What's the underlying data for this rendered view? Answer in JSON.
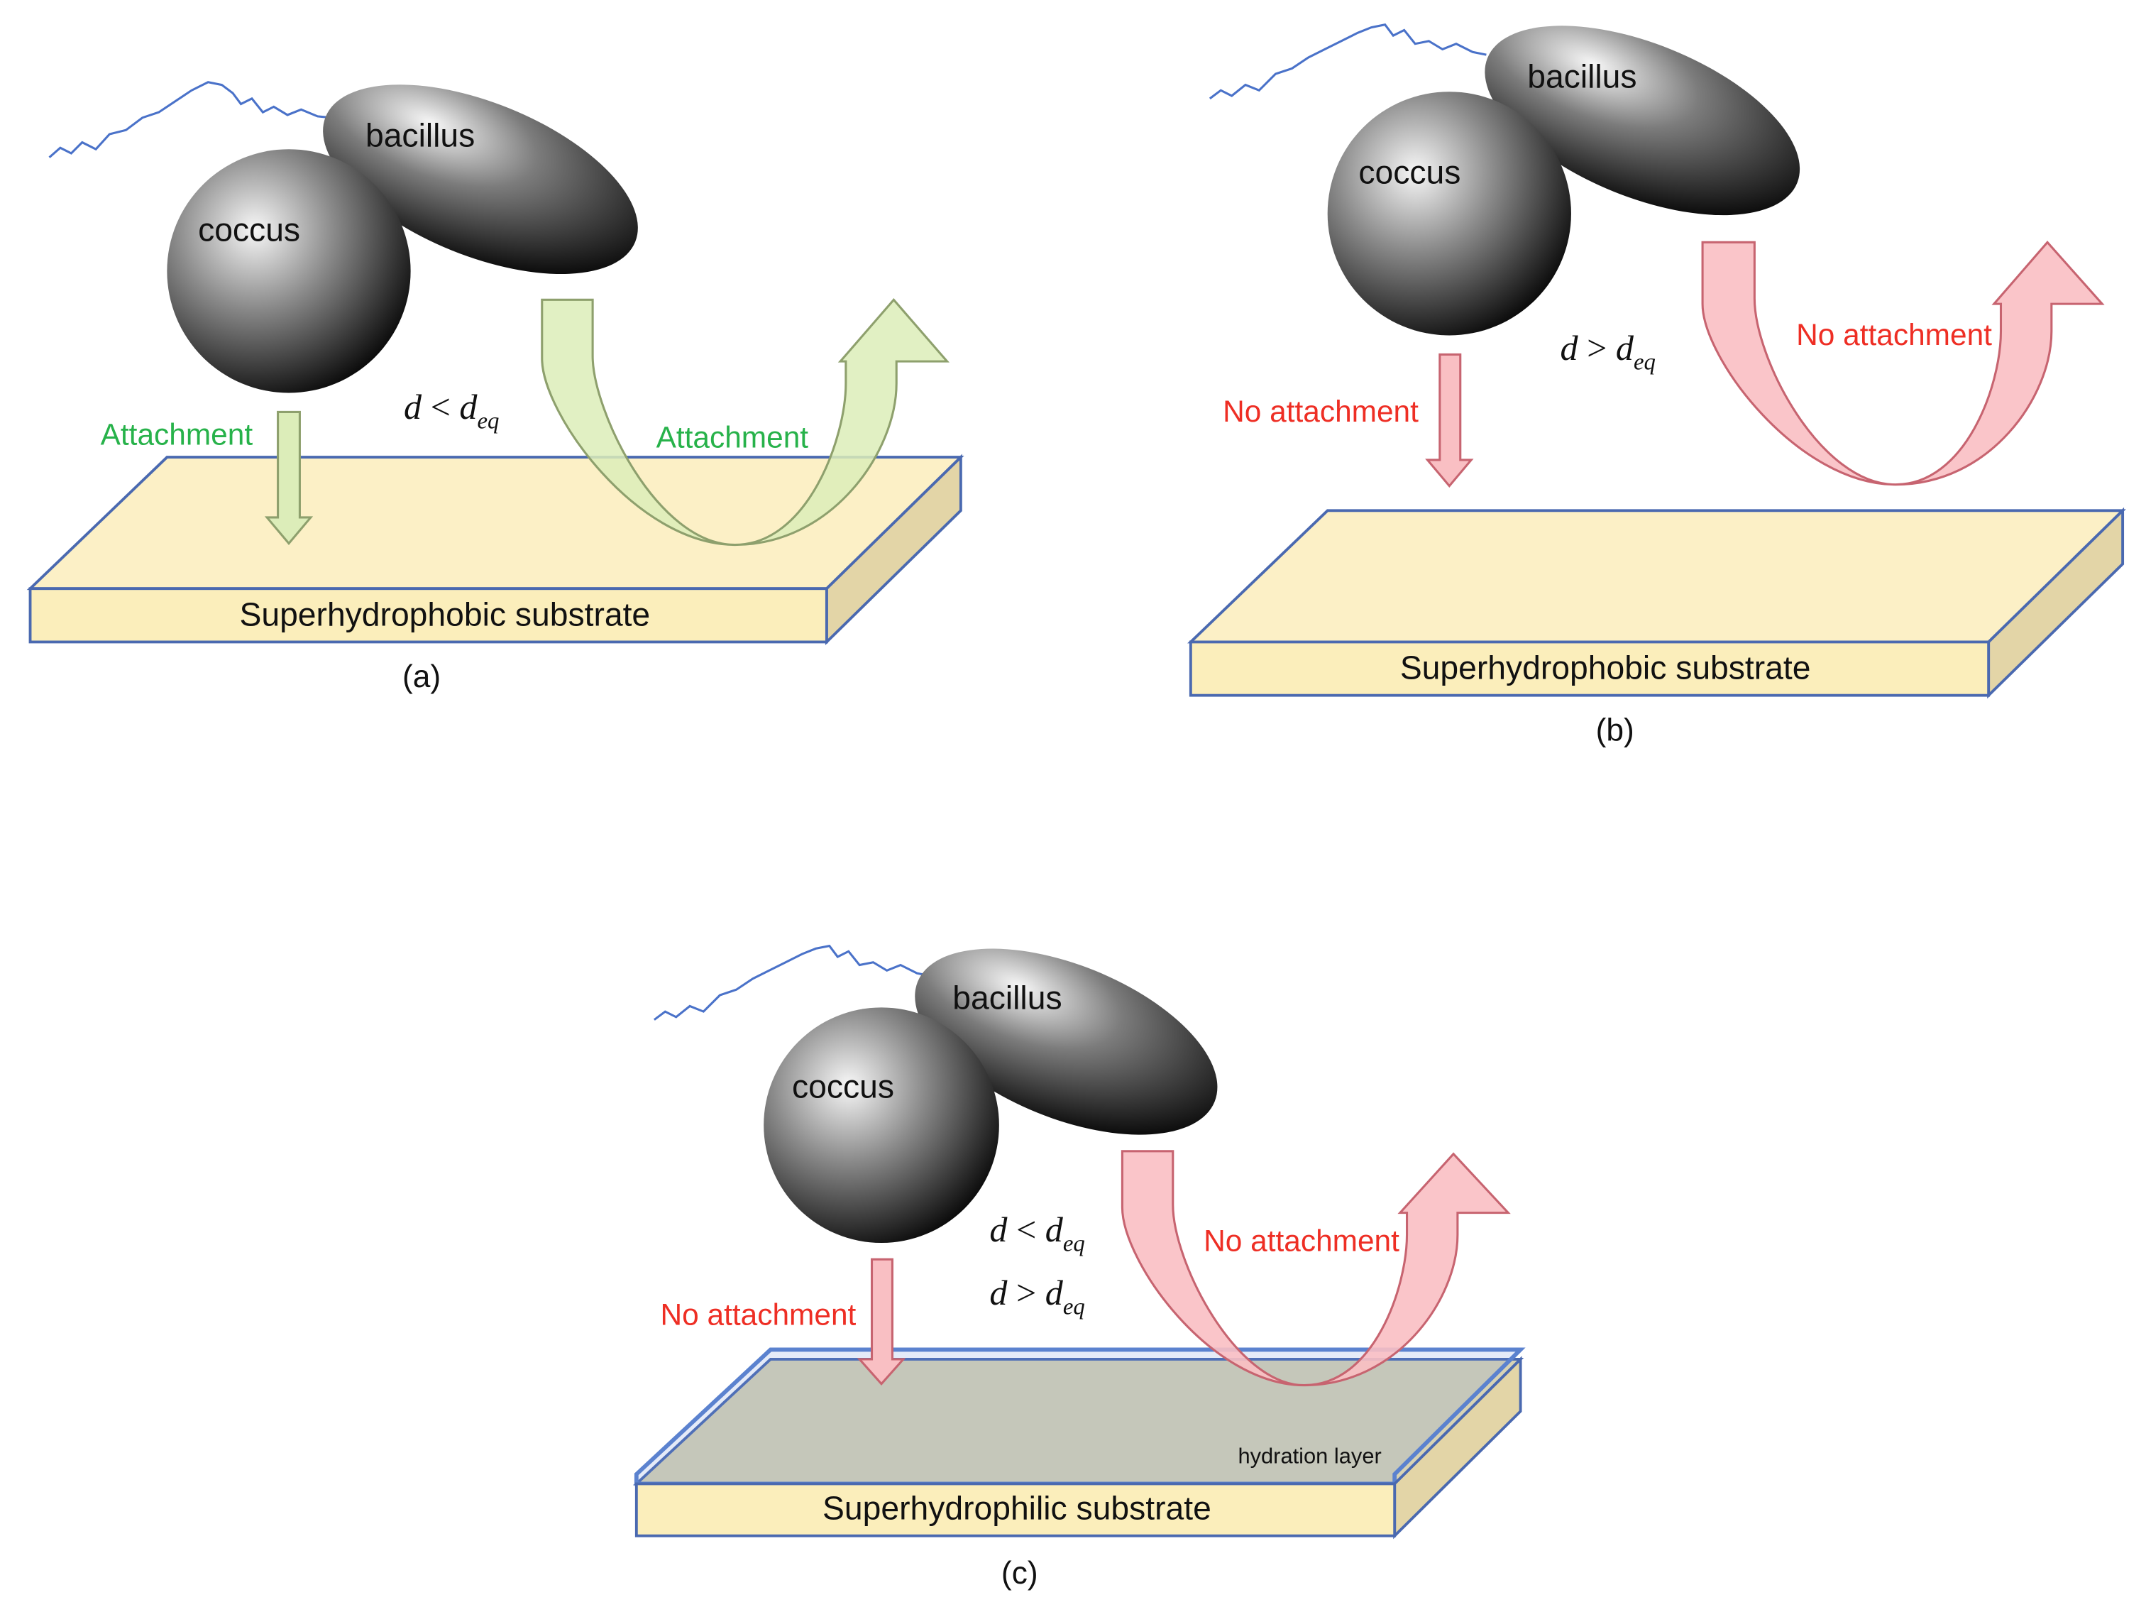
{
  "colors": {
    "substrate_top": "#fcf0c6",
    "substrate_front": "#fbeebb",
    "substrate_side": "#e3d5a7",
    "substrate_outline": "#4a69b0",
    "hydrophilic_top": "#d8d3b4",
    "hydration_layer": "#6d92d6",
    "green_arrow": "#dcedb9",
    "green_arrow_edge": "#8ea06d",
    "green_text": "#27b24a",
    "red_arrow": "#f9bfc3",
    "red_arrow_edge": "#c76470",
    "red_text": "#ee2e24",
    "flagellum": "#4a72c9",
    "bacteria_dark": "#0b0b0b",
    "bacteria_light": "#f7f7f7"
  },
  "panels": [
    {
      "id": "a",
      "caption": "(a)",
      "coccus_label": "coccus",
      "bacillus_label": "bacillus",
      "substrate_label": "Superhydrophobic substrate",
      "down_arrow_label": "Attachment",
      "curved_arrow_label": "Attachment",
      "condition_1": {
        "lhs": "d",
        "op": " < ",
        "rhs": "d",
        "sub": "eq"
      },
      "arrow_style": "green"
    },
    {
      "id": "b",
      "caption": "(b)",
      "coccus_label": "coccus",
      "bacillus_label": "bacillus",
      "substrate_label": "Superhydrophobic substrate",
      "down_arrow_label": "No attachment",
      "curved_arrow_label": "No attachment",
      "condition_1": {
        "lhs": "d",
        "op": " > ",
        "rhs": "d",
        "sub": "eq"
      },
      "arrow_style": "red"
    },
    {
      "id": "c",
      "caption": "(c)",
      "coccus_label": "coccus",
      "bacillus_label": "bacillus",
      "substrate_label": "Superhydrophilic substrate",
      "hydration_label": "hydration layer",
      "down_arrow_label": "No attachment",
      "curved_arrow_label": "No attachment",
      "condition_1": {
        "lhs": "d",
        "op": " < ",
        "rhs": "d",
        "sub": "eq"
      },
      "condition_2": {
        "lhs": "d",
        "op": " > ",
        "rhs": "d",
        "sub": "eq"
      },
      "arrow_style": "red"
    }
  ]
}
